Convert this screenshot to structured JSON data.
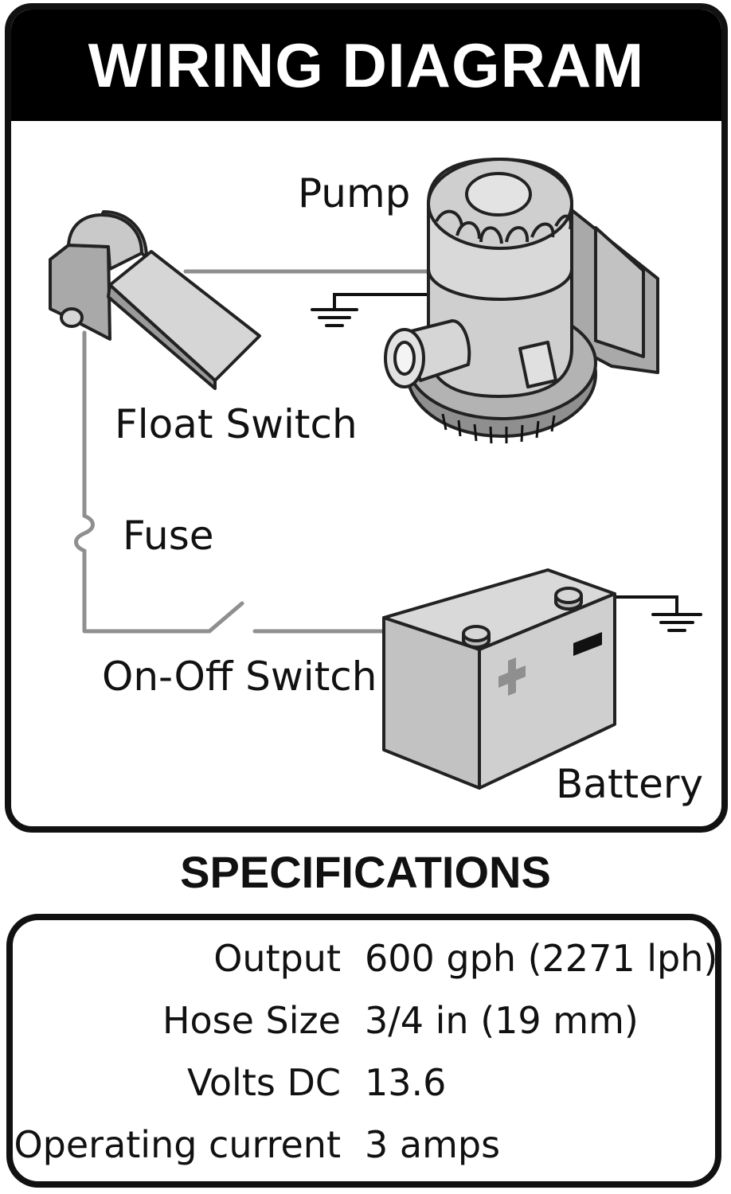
{
  "header": {
    "title": "WIRING DIAGRAM"
  },
  "diagram": {
    "labels": {
      "pump": "Pump",
      "float_switch": "Float Switch",
      "fuse": "Fuse",
      "on_off_switch": "On-Off Switch",
      "battery": "Battery"
    },
    "colors": {
      "frame": "#111111",
      "wire": "#8f8f8f",
      "ground_wire": "#111111",
      "component_fill": "#cfcfcf",
      "component_shade": "#a9a9a9",
      "component_stroke": "#222222"
    }
  },
  "specifications": {
    "title": "SPECIFICATIONS",
    "rows": [
      {
        "name": "Output",
        "value": "600 gph (2271 lph)"
      },
      {
        "name": "Hose Size",
        "value": "3/4 in (19 mm)"
      },
      {
        "name": "Volts DC",
        "value": "13.6"
      },
      {
        "name": "Operating current",
        "value": "3 amps"
      }
    ]
  }
}
